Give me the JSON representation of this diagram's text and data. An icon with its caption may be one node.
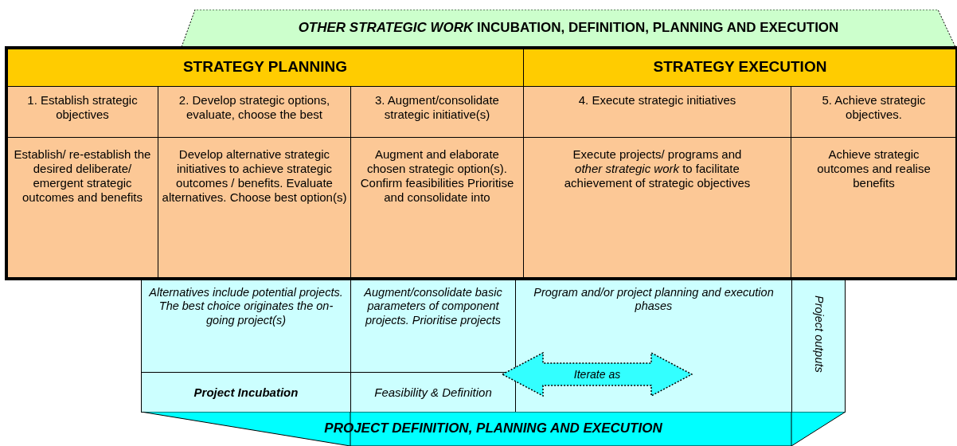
{
  "diagram": {
    "nodes": [
      {
        "text": [
          "*OTHER STRATEGIC WORK* INCUBATION, DEFINITION, PLANNING AND EXECUTION"
        ]
      },
      {
        "text": [
          "STRATEGY PLANNING"
        ]
      },
      {
        "text": [
          "STRATEGY EXECUTION"
        ]
      },
      {
        "text": [
          "1. Establish strategic objectives"
        ]
      },
      {
        "text": [
          "2. Develop strategic options, evaluate, choose the best"
        ]
      },
      {
        "text": [
          "3. Augment/consolidate strategic initiative(s)"
        ]
      },
      {
        "text": [
          "4. Execute strategic initiatives"
        ]
      },
      {
        "text": [
          "5. Achieve strategic objectives."
        ]
      },
      {
        "text": [
          "Establish/ re-establish the desired deliberate/ emergent strategic outcomes and benefits"
        ]
      },
      {
        "text": [
          "Develop alternative strategic initiatives to achieve strategic outcomes / benefits. Evaluate alternatives. Choose best option(s)"
        ]
      },
      {
        "text": [
          "Augment and elaborate chosen strategic option(s). Confirm feasibilities Prioritise and consolidate into"
        ]
      },
      {
        "text": [
          "Execute projects/ programs and *other strategic work* to facilitate achievement of strategic objectives"
        ]
      },
      {
        "text": [
          "Achieve strategic outcomes and realise benefits"
        ]
      },
      {
        "text": [
          "Alternatives include potential projects. The best choice originates the on-going project(s)"
        ]
      },
      {
        "text": [
          "Augment/consolidate basic parameters of component projects. Prioritise projects"
        ]
      },
      {
        "text": [
          "Program and/or project planning and execution phases"
        ]
      },
      {
        "text": [
          "Project outputs"
        ]
      },
      {
        "text": [
          "Project Incubation"
        ]
      },
      {
        "text": [
          "Feasibility & Definition"
        ]
      },
      {
        "text": [
          "Iterate as"
        ]
      },
      {
        "text": [
          "PROJECT DEFINITION, PLANNING AND EXECUTION"
        ]
      }
    ]
  }
}
